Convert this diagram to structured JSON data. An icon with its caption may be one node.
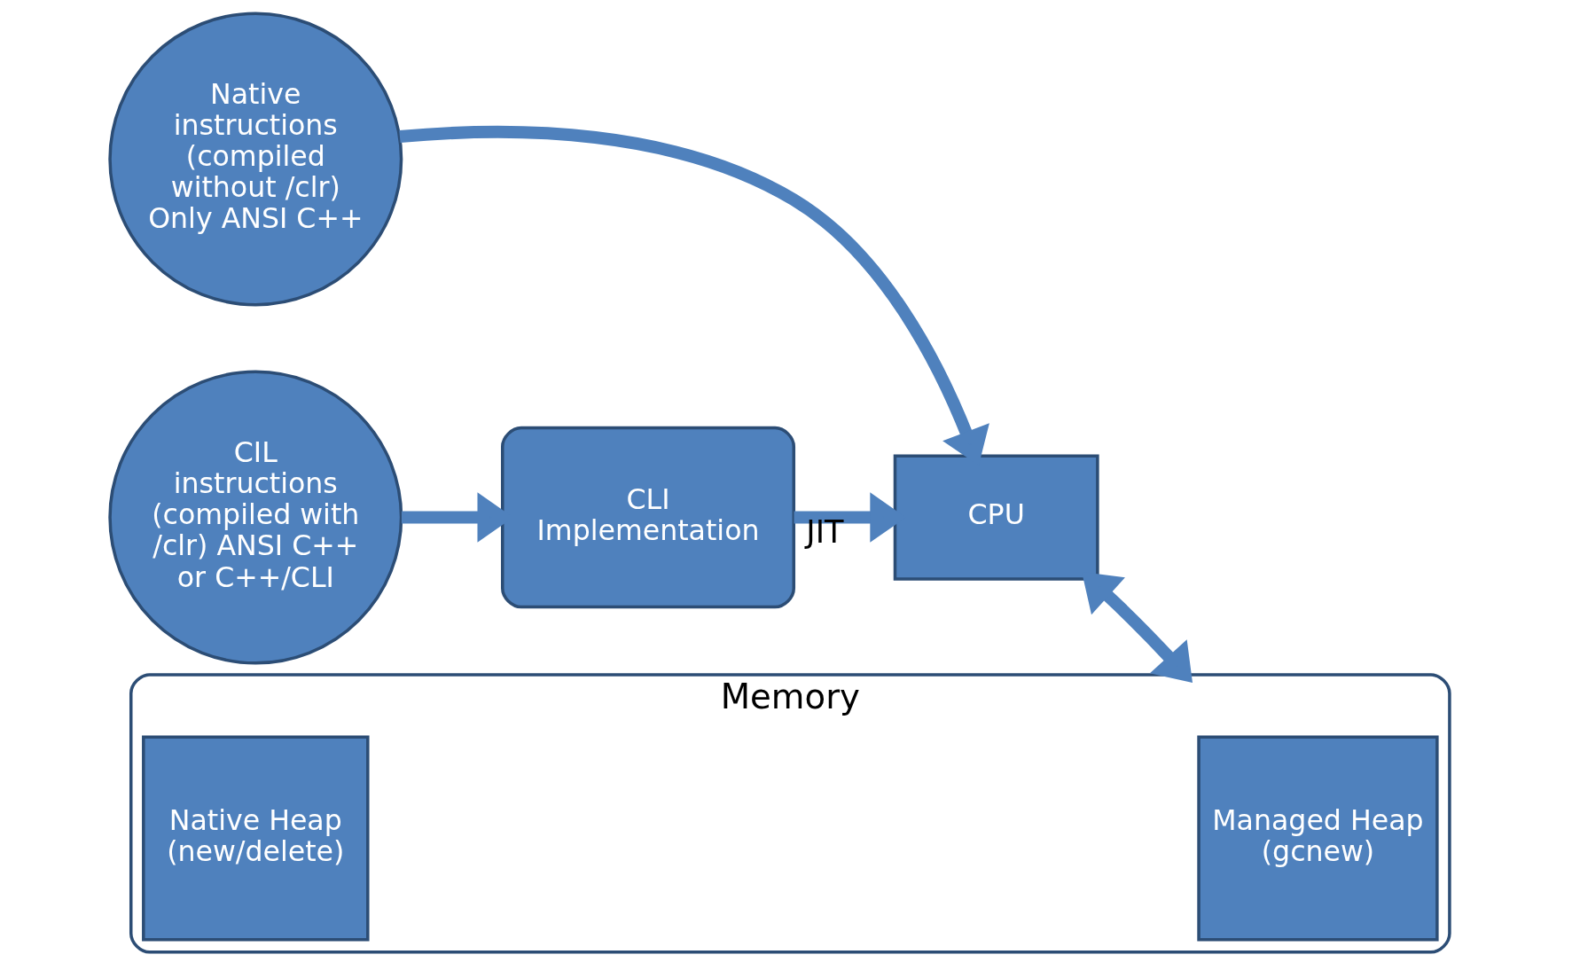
{
  "diagram": {
    "nodes": [
      {
        "text": [
          "CIL instructions (compiled with /clr) ANSI C++ or C++/CLI"
        ]
      },
      {
        "text": [
          "CLI Implementation"
        ]
      },
      {
        "text": [
          "Native instructions (compiled without /clr) Only ANSI C++"
        ]
      },
      {
        "text": [
          "CPU"
        ]
      },
      {
        "text": [
          "Memory"
        ]
      },
      {
        "text": [
          "Native Heap (new/delete)"
        ],
        "in": 4
      },
      {
        "text": [
          "Managed Heap (gcnew)"
        ],
        "in": 4
      }
    ],
    "edges": [
      {
        "from": 0,
        "to": 1,
        "arrow": "to"
      },
      {
        "from": 1,
        "to": 3,
        "arrow": "to",
        "label": "JIT"
      },
      {
        "from": 2,
        "to": 3,
        "arrow": "to"
      },
      {
        "from": 3,
        "to": 4,
        "arrow": "both"
      }
    ]
  }
}
